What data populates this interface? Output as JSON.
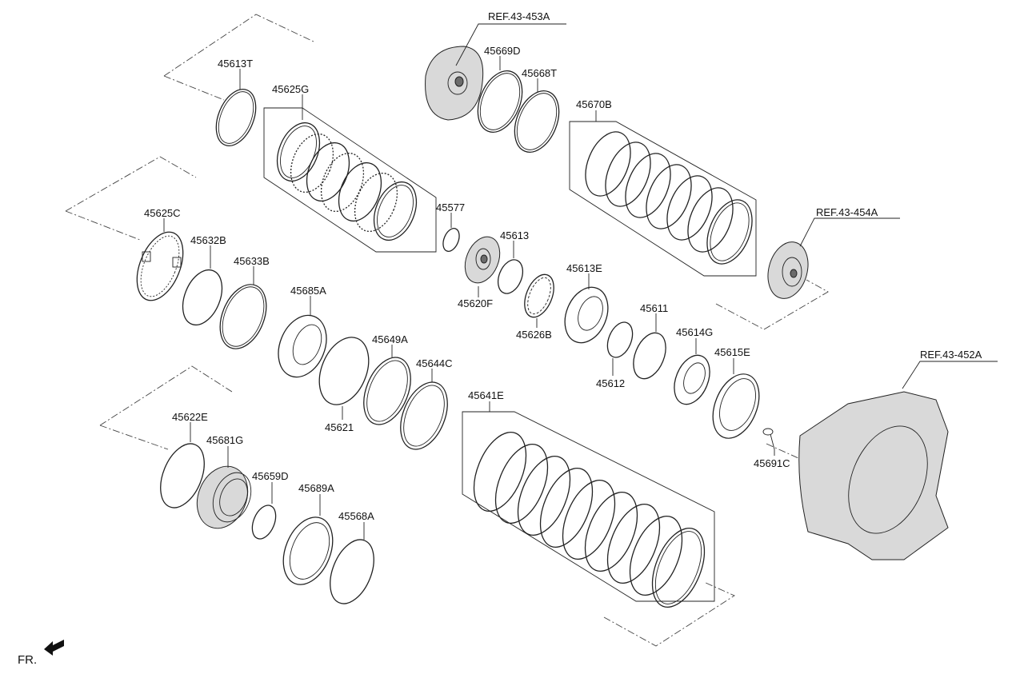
{
  "refs": {
    "r453": "REF.43-453A",
    "r454": "REF.43-454A",
    "r452": "REF.43-452A"
  },
  "labels": {
    "p45613T": "45613T",
    "p45625G": "45625G",
    "p45669D": "45669D",
    "p45668T": "45668T",
    "p45670B": "45670B",
    "p45625C": "45625C",
    "p45632B": "45632B",
    "p45633B": "45633B",
    "p45577": "45577",
    "p45613": "45613",
    "p45620F": "45620F",
    "p45626B": "45626B",
    "p45613E": "45613E",
    "p45611": "45611",
    "p45612": "45612",
    "p45614G": "45614G",
    "p45615E": "45615E",
    "p45685A": "45685A",
    "p45649A": "45649A",
    "p45644C": "45644C",
    "p45621": "45621",
    "p45641E": "45641E",
    "p45691C": "45691C",
    "p45622E": "45622E",
    "p45681G": "45681G",
    "p45659D": "45659D",
    "p45689A": "45689A",
    "p45568A": "45568A"
  },
  "footer": {
    "fr": "FR."
  }
}
